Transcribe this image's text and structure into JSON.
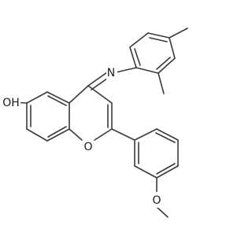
{
  "molecule": {
    "atoms": [
      {
        "id": "hydroxyl",
        "label": "OH"
      },
      {
        "id": "imine-n",
        "label": "N"
      },
      {
        "id": "ring-o",
        "label": "O"
      },
      {
        "id": "methoxy-o",
        "label": "O"
      }
    ]
  }
}
